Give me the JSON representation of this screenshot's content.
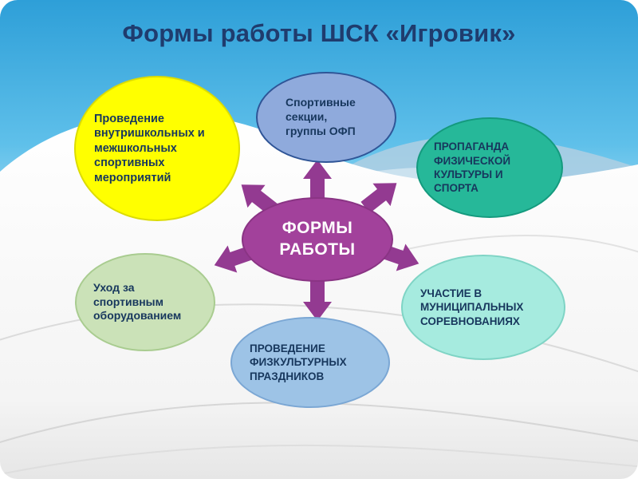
{
  "slide": {
    "title": "Формы работы ШСК «Игровик»",
    "title_color": "#1F3C6E",
    "sky_color_top": "#2E9FD8",
    "sky_color_bottom": "#C8EAF8"
  },
  "diagram": {
    "type": "radial",
    "arrow_color": "#933A91",
    "center": {
      "label": "ФОРМЫ РАБОТЫ",
      "fill": "#A2419B",
      "border": "#8A3484",
      "text_color": "#FFFFFF"
    },
    "nodes": [
      {
        "id": "school-events",
        "label": "Проведение внутришкольных и межшкольных спортивных мероприятий",
        "fill": "#FFFF00",
        "border": "#DCDC00",
        "text_color": "#17375D"
      },
      {
        "id": "sport-sections",
        "label": "Спортивные секции, группы ОФП",
        "fill": "#8FAADC",
        "border": "#2F5597",
        "text_color": "#17375D"
      },
      {
        "id": "propaganda",
        "label": "ПРОПАГАНДА ФИЗИЧЕСКОЙ КУЛЬТУРЫ И СПОРТА",
        "fill": "#26B899",
        "border": "#149A7E",
        "text_color": "#17375D"
      },
      {
        "id": "equipment-care",
        "label": "Уход за спортивным оборудованием",
        "fill": "#CBE2B8",
        "border": "#A9CC90",
        "text_color": "#17375D"
      },
      {
        "id": "sport-festivals",
        "label": "ПРОВЕДЕНИЕ ФИЗКУЛЬТУРНЫХ ПРАЗДНИКОВ",
        "fill": "#9DC3E6",
        "border": "#7BA7D4",
        "text_color": "#17375D"
      },
      {
        "id": "municipal-competitions",
        "label": "УЧАСТИЕ В МУНИЦИПАЛЬНЫХ СОРЕВНОВАНИЯХ",
        "fill": "#A6EBDF",
        "border": "#7FD4C5",
        "text_color": "#17375D"
      }
    ]
  }
}
